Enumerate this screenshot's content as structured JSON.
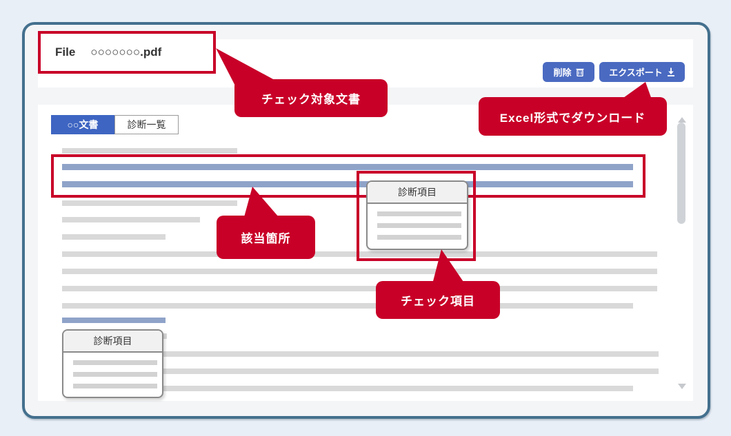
{
  "file_panel": {
    "label": "File",
    "filename": "○○○○○○○.pdf"
  },
  "toolbar": {
    "delete_label": "削除",
    "export_label": "エクスポート"
  },
  "tabs": [
    {
      "label": "○○文書",
      "active": true
    },
    {
      "label": "診断一覧",
      "active": false
    }
  ],
  "tooltips": [
    {
      "title": "診断項目"
    },
    {
      "title": "診断項目"
    }
  ],
  "callouts": {
    "target_document": "チェック対象文書",
    "excel_download": "Excel形式でダウンロード",
    "matched_part": "該当箇所",
    "check_item": "チェック項目"
  },
  "colors": {
    "accent_red": "#c80028",
    "button_blue": "#4a6ac1",
    "tab_active_blue": "#3e65c2",
    "highlight_blue": "#8fa3c9",
    "placeholder_gray": "#d9d9d9",
    "frame_blue": "#44708e"
  }
}
